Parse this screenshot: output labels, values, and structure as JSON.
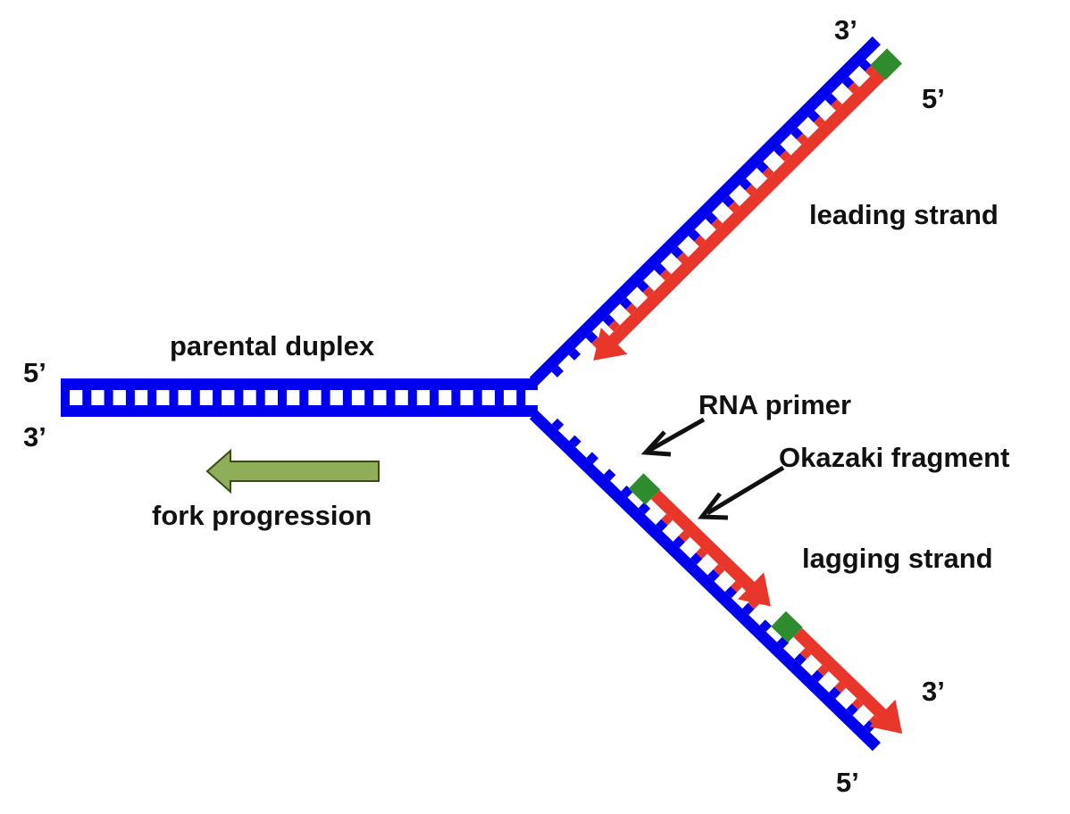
{
  "diagram": {
    "title": "DNA replication fork",
    "colors": {
      "parental_strand": "#0000ee",
      "new_strand": "#e8372a",
      "rna_primer": "#2e8b2e",
      "fork_arrow_fill": "#8fae5a",
      "fork_arrow_stroke": "#3a4a1a",
      "label_text": "#111111",
      "pointer_arrow": "#111111"
    },
    "labels": {
      "parental_duplex": "parental duplex",
      "fork_progression": "fork progression",
      "leading_strand": "leading strand",
      "lagging_strand": "lagging strand",
      "rna_primer": "RNA primer",
      "okazaki_fragment": "Okazaki fragment"
    },
    "ends": {
      "duplex_top_left": "5’",
      "duplex_bottom_left": "3’",
      "leading_template_end": "3’",
      "leading_new_end": "5’",
      "lagging_new_end": "3’",
      "lagging_template_end": "5’"
    },
    "components": {
      "parental_duplex": {
        "strands": 2,
        "direction": "5’→3’ top / 3’→5’ bottom"
      },
      "leading_strand": {
        "primers": 1,
        "synthesis": "continuous, toward fork"
      },
      "lagging_strand": {
        "okazaki_fragments": 2,
        "primers": 2,
        "synthesis": "discontinuous, away from fork"
      },
      "fork_progression": {
        "direction": "left"
      }
    }
  }
}
